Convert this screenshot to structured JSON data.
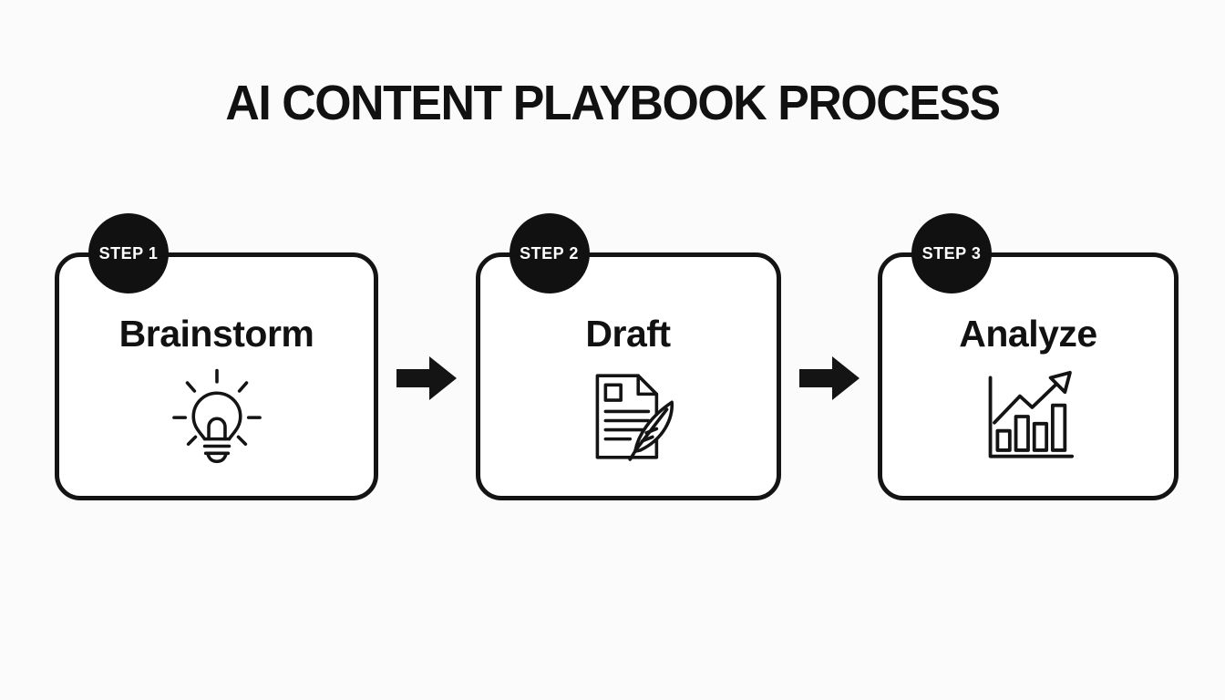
{
  "page": {
    "title": "AI CONTENT PLAYBOOK PROCESS"
  },
  "steps": [
    {
      "badge": "STEP 1",
      "label": "Brainstorm",
      "icon": "lightbulb-icon"
    },
    {
      "badge": "STEP 2",
      "label": "Draft",
      "icon": "document-quill-icon"
    },
    {
      "badge": "STEP 3",
      "label": "Analyze",
      "icon": "bar-chart-growth-icon"
    }
  ],
  "connectors": [
    {
      "icon": "arrow-right-icon"
    },
    {
      "icon": "arrow-right-icon"
    }
  ],
  "colors": {
    "background": "#fbfbfb",
    "card_background": "#ffffff",
    "ink": "#141414",
    "badge_background": "#111111",
    "badge_text": "#ffffff"
  }
}
